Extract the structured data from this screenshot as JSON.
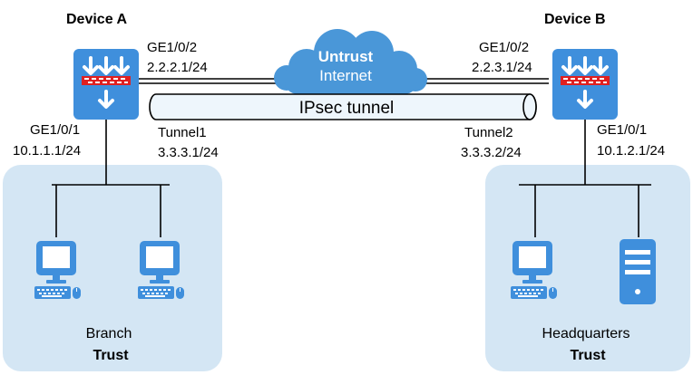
{
  "devices": {
    "a": {
      "name": "Device A",
      "wan_if": "GE1/0/2",
      "wan_ip": "2.2.2.1/24",
      "lan_if": "GE1/0/1",
      "lan_ip": "10.1.1.1/24",
      "tunnel_if": "Tunnel1",
      "tunnel_ip": "3.3.3.1/24"
    },
    "b": {
      "name": "Device B",
      "wan_if": "GE1/0/2",
      "wan_ip": "2.2.3.1/24",
      "lan_if": "GE1/0/1",
      "lan_ip": "10.1.2.1/24",
      "tunnel_if": "Tunnel2",
      "tunnel_ip": "3.3.3.2/24"
    }
  },
  "internet": {
    "zone": "Untrust",
    "label": "Internet"
  },
  "tunnel": {
    "label": "IPsec tunnel"
  },
  "sites": {
    "branch": {
      "name": "Branch",
      "zone": "Trust"
    },
    "hq": {
      "name": "Headquarters",
      "zone": "Trust"
    }
  },
  "colors": {
    "device_blue": "#3f8fdc",
    "zone_fill": "#d4e6f4",
    "cloud_blue": "#4a97d8",
    "port_red": "#e02020",
    "tunnel_fill": "#eef6fc"
  },
  "icons": [
    "firewall-icon",
    "cloud-icon",
    "pc-icon",
    "server-icon"
  ]
}
